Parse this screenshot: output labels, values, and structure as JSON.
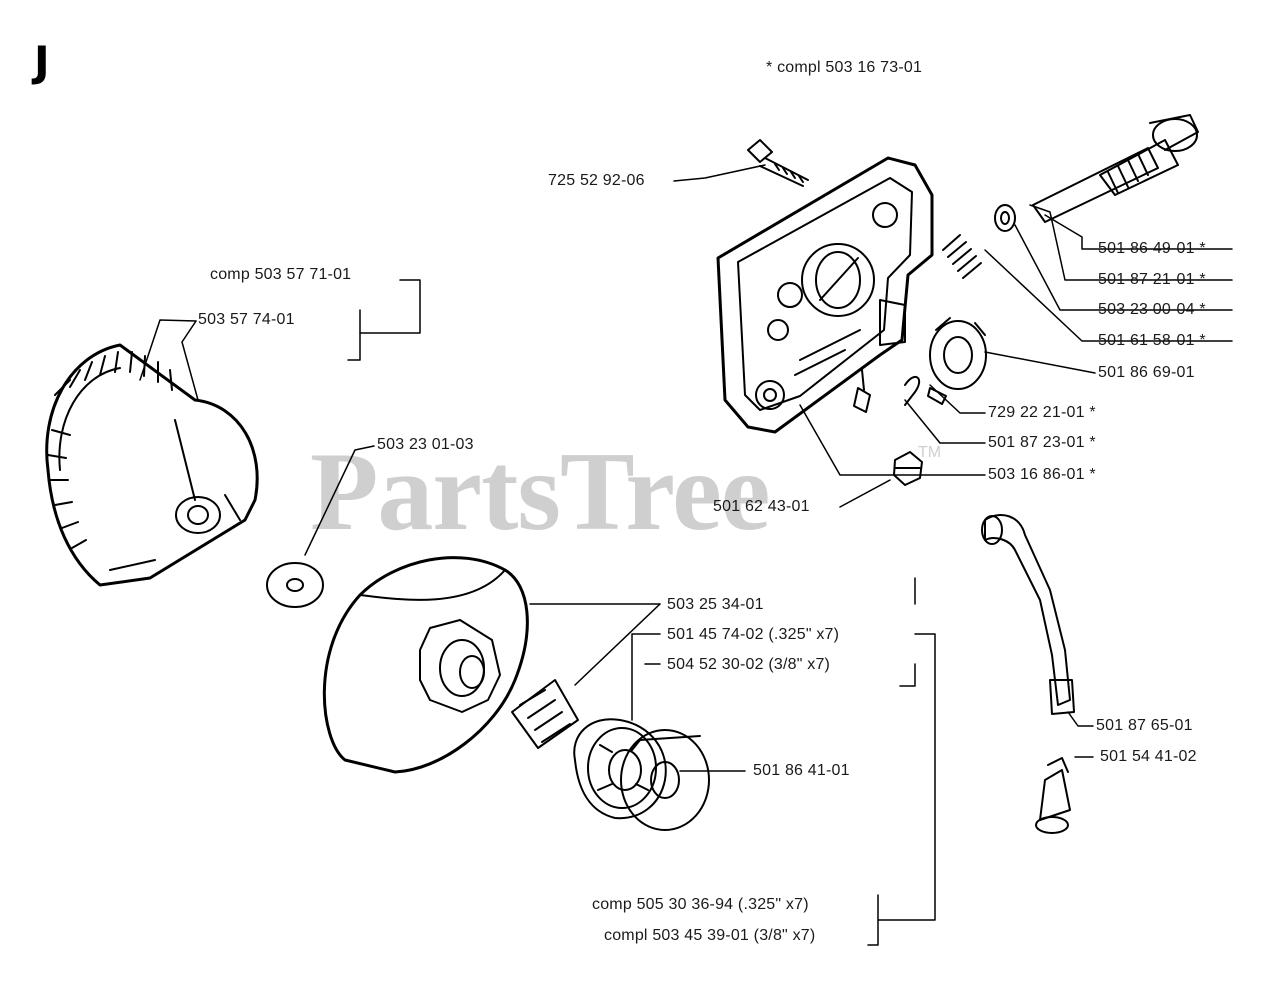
{
  "diagram": {
    "section_letter": "J",
    "note": "* compl 503 16 73-01",
    "watermark": "PartsTree",
    "trademark": "TM",
    "labels": {
      "p1": "725 52 92-06",
      "p2": "501 86 49-01 *",
      "p3": "501 87 21-01 *",
      "p4": "503 23 00-04 *",
      "p5": "501 61 58-01 *",
      "p6": "501 86 69-01",
      "p7": "729 22 21-01 *",
      "p8": "501 87 23-01 *",
      "p9": "503 16 86-01 *",
      "p10": "501 62 43-01",
      "p11": "comp 503 57 71-01",
      "p12": "503 57 74-01",
      "p13": "503 23 01-03",
      "p14": "503 25 34-01",
      "p15": "501 45 74-02 (.325\" x7)",
      "p16": "504 52 30-02 (3/8\" x7)",
      "p17": "501 86 41-01",
      "p18": "501 87 65-01",
      "p19": "501 54 41-02",
      "p20": "comp 505 30 36-94 (.325\" x7)",
      "p21": "compl 503 45 39-01 (3/8\" x7)"
    }
  }
}
